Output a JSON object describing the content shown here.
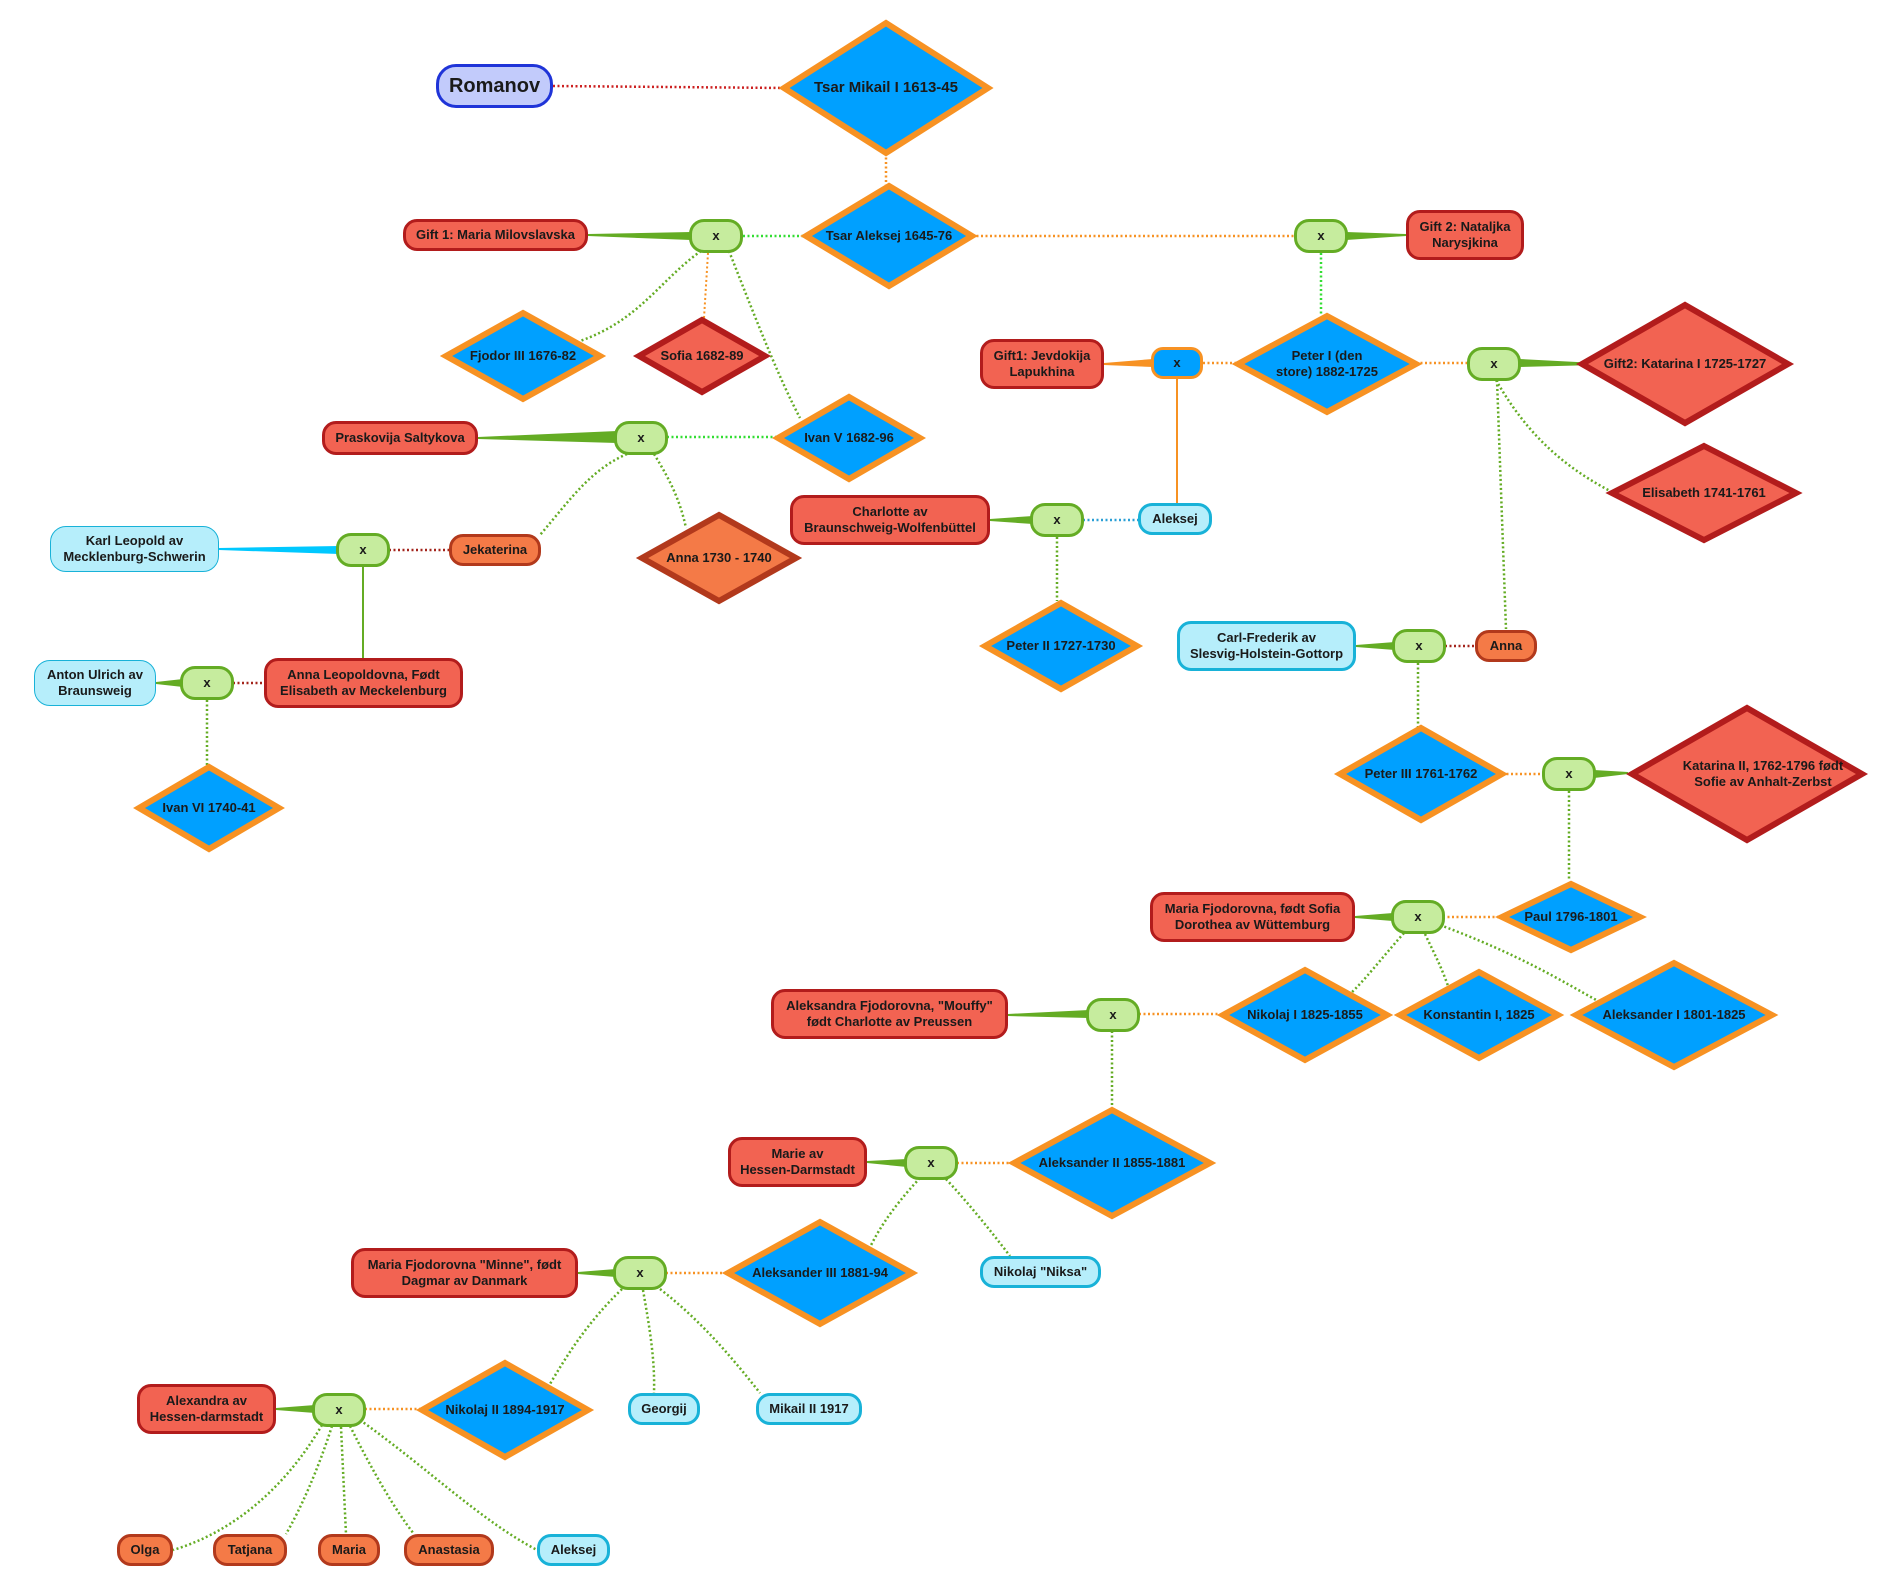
{
  "diagram": {
    "title": "Romanov",
    "nodes": {
      "tsar_mikail": "Tsar Mikail I 1613-45",
      "gift1_maria": "Gift 1: Maria Milovslavska",
      "tsar_aleksej": "Tsar Aleksej 1645-76",
      "gift2_nataljka": "Gift 2: Nataljka\nNarysjkina",
      "fjodor_iii": "Fjodor III 1676-82",
      "sofia": "Sofia 1682-89",
      "jevdokija": "Gift1: Jevdokija\nLapukhina",
      "peter_i": "Peter I (den\nstore) 1882-1725",
      "katarina_i": "Gift2: Katarina I 1725-1727",
      "praskovija": "Praskovija Saltykova",
      "ivan_v": "Ivan V 1682-96",
      "karl_leopold": "Karl Leopold av\nMecklenburg-Schwerin",
      "jekaterina": "Jekaterina",
      "anna_1730": "Anna 1730 - 1740",
      "charlotte": "Charlotte av\nBraunschweig-Wolfenbüttel",
      "aleksej_peter": "Aleksej",
      "elisabeth": "Elisabeth 1741-1761",
      "anton_ulrich": "Anton Ulrich av\nBraunsweig",
      "anna_leopoldovna": "Anna Leopoldovna, Født\nElisabeth av Meckelenburg",
      "peter_ii": "Peter II 1727-1730",
      "carl_frederik": "Carl-Frederik av\nSlesvig-Holstein-Gottorp",
      "anna_peter": "Anna",
      "ivan_vi": "Ivan VI 1740-41",
      "peter_iii": "Peter III 1761-1762",
      "katarina_ii": "Katarina II, 1762-1796 født\nSofie av Anhalt-Zerbst",
      "maria_fjodorovna_paul": "Maria Fjodorovna, født Sofia\nDorothea av Wüttemburg",
      "paul": "Paul 1796-1801",
      "aleksandra_fjodorovna": "Aleksandra Fjodorovna, \"Mouffy\"\nfødt Charlotte av Preussen",
      "nikolaj_i": "Nikolaj I 1825-1855",
      "konstantin_i": "Konstantin I, 1825",
      "aleksander_i": "Aleksander I 1801-1825",
      "marie_hessen": "Marie av\nHessen-Darmstadt",
      "aleksander_ii": "Aleksander II 1855-1881",
      "maria_fjodorovna_minne": "Maria Fjodorovna \"Minne\", født\nDagmar av Danmark",
      "aleksander_iii": "Aleksander III 1881-94",
      "nikolaj_niksa": "Nikolaj \"Niksa\"",
      "alexandra_hessen": "Alexandra av\nHessen-darmstadt",
      "nikolaj_ii": "Nikolaj II 1894-1917",
      "georgij": "Georgij",
      "mikail_ii": "Mikail II 1917",
      "olga": "Olga",
      "tatjana": "Tatjana",
      "maria": "Maria",
      "anastasia": "Anastasia",
      "aleksej_nikolaj": "Aleksej"
    },
    "marriage_label": "x",
    "colors": {
      "ruler_fill": "#00a0ff",
      "ruler_border": "#f79223",
      "female_ruler_fill": "#f26352",
      "female_ruler_border": "#b21c1c",
      "spouse_fill": "#f26352",
      "daughter_fill": "#f47a47",
      "son_fill": "#b6eefb",
      "marriage_fill": "#c6ec9e",
      "marriage_border": "#64ac24",
      "title_fill": "#c2cbfb",
      "title_border": "#1f34d8"
    }
  }
}
